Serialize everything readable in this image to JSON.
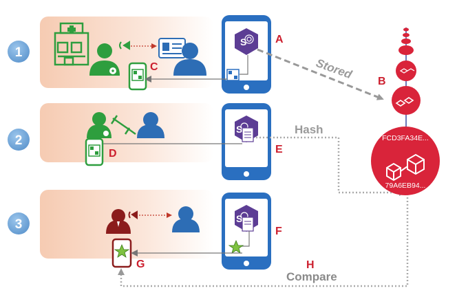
{
  "steps": [
    {
      "number": "1",
      "letters": {
        "phone": "A",
        "small_phone": "C"
      }
    },
    {
      "number": "2",
      "letters": {
        "phone": "E",
        "small_phone": "D"
      }
    },
    {
      "number": "3",
      "letters": {
        "phone": "F",
        "small_phone": "G"
      }
    }
  ],
  "chain": {
    "letter": "B",
    "hash_top": "FCD3FA34E...",
    "hash_bottom": "79A6EB94..."
  },
  "arrows": {
    "stored": "Stored",
    "hash": "Hash",
    "compare_letter": "H",
    "compare": "Compare"
  },
  "colors": {
    "step_circle": "#6fa8dc",
    "panel_gradient_start": "#f6cbb2",
    "phone_blue": "#2a6fc0",
    "app_purple": "#5c3d94",
    "chain_red": "#d9243a",
    "green": "#2e9e3e",
    "dark_red": "#8b1c1c",
    "user_blue": "#2d6db5",
    "label_red": "#cc1f2e",
    "arrow_gray": "#999999"
  }
}
